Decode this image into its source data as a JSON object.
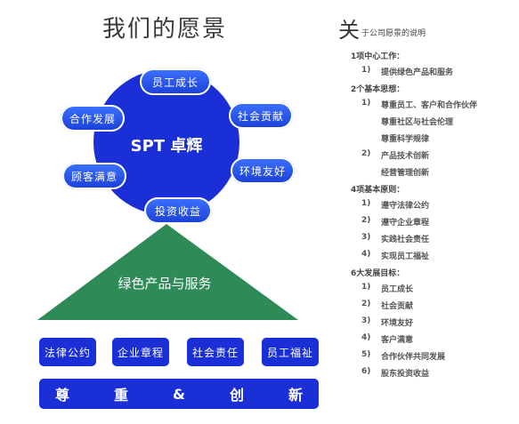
{
  "title": "我们的愿景",
  "center": "SPT 卓辉",
  "petals": {
    "top": "员工成长",
    "right_top": "社会贡献",
    "right_bottom": "环境友好",
    "bottom": "投资收益",
    "left_bottom": "顾客满意",
    "left_top": "合作发展"
  },
  "triangle_label": "绿色产品与服务",
  "pillars": [
    "法律公约",
    "企业章程",
    "社会责任",
    "员工福祉"
  ],
  "bottom_chars": [
    "尊",
    "重",
    "&",
    "创",
    "新"
  ],
  "colors": {
    "blue": "#1a2fd6",
    "green": "#2e8b57"
  },
  "right_panel": {
    "head_big": "关",
    "head_rest": "于公司愿景的说明",
    "sections": [
      {
        "title": "1项中心工作：",
        "items": [
          {
            "n": "1)",
            "t": "提供绿色产品和服务"
          }
        ]
      },
      {
        "title": "2个基本思想：",
        "items": [
          {
            "n": "1)",
            "t": "尊重员工、客户和合作伙伴"
          },
          {
            "n": "",
            "t": "尊重社区与社会伦理"
          },
          {
            "n": "",
            "t": "尊重科学规律"
          },
          {
            "n": "2)",
            "t": "产品技术创新"
          },
          {
            "n": "",
            "t": "经营管理创新"
          }
        ]
      },
      {
        "title": "4项基本原则：",
        "items": [
          {
            "n": "1)",
            "t": "遵守法律公约"
          },
          {
            "n": "2)",
            "t": "遵守企业章程"
          },
          {
            "n": "3)",
            "t": "实践社会责任"
          },
          {
            "n": "4)",
            "t": "实现员工福祉"
          }
        ]
      },
      {
        "title": "6大发展目标：",
        "items": [
          {
            "n": "1)",
            "t": "员工成长"
          },
          {
            "n": "2)",
            "t": "社会贡献"
          },
          {
            "n": "3)",
            "t": "环境友好"
          },
          {
            "n": "4)",
            "t": "客户满意"
          },
          {
            "n": "5)",
            "t": "合作伙伴共同发展"
          },
          {
            "n": "6)",
            "t": "股东投资收益"
          }
        ]
      }
    ]
  }
}
